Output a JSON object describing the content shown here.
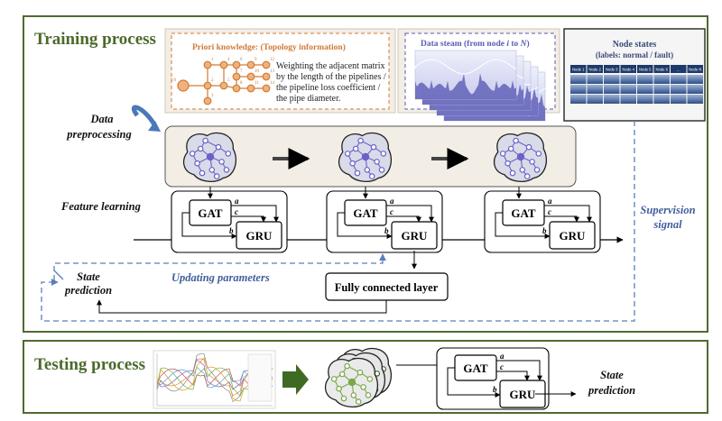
{
  "training": {
    "title": "Training process",
    "priori_title": "Priori knowledge: (Topology information)",
    "priori_text": [
      "Weighting the adjacent matrix",
      "by the length of the pipelines /",
      "the pipeline loss coefficient /",
      "the pipe diameter."
    ],
    "topo_labels": [
      "V0",
      "1",
      "2",
      "3",
      "4",
      "5",
      "6",
      "7",
      "8",
      "9",
      "10",
      "11",
      "12",
      "13",
      "14"
    ],
    "data_stream_title": "Data steam (from node ",
    "data_stream_i": "i",
    "data_stream_to": " to ",
    "data_stream_n": "N",
    "data_stream_close": ")",
    "node_states_title": "Node states",
    "node_states_sub": "(labels: normal / fault)",
    "node_states_headers": [
      "Node 1",
      "Node 2",
      "Node 3",
      "Node 4",
      "Node 5",
      "Node 6",
      "...",
      "Node N"
    ],
    "data_preprocessing": [
      "Data",
      "preprocessing"
    ],
    "feature_learning": "Feature learning",
    "supervision": [
      "Supervision",
      "signal"
    ],
    "state_prediction": [
      "State",
      "prediction"
    ],
    "updating_parameters": "Updating parameters",
    "fully_connected": "Fully connected layer",
    "gat": "GAT",
    "gru": "GRU",
    "edge_a": "a",
    "edge_b": "b",
    "edge_c": "c"
  },
  "testing": {
    "title": "Testing process",
    "state_prediction": [
      "State",
      "prediction"
    ],
    "gat": "GAT",
    "gru": "GRU"
  },
  "colors": {
    "green_border": "#4f6b2f",
    "title_green": "#4c6a2c",
    "orange": "#d07a36",
    "purple": "#5b5bb5",
    "blue_text": "#3f5f9a",
    "dashed_blue": "#5a7fb6",
    "graph_fill": "#d9dbe9",
    "graph_node": "#6a62c8",
    "test_node": "#7aa84a",
    "panel_fill": "#f3eee5"
  }
}
